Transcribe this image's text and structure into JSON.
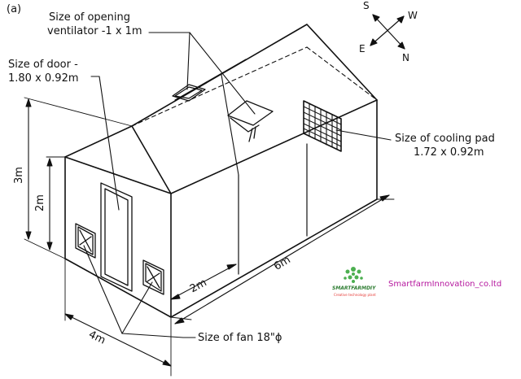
{
  "figure": {
    "panel_label": "(a)",
    "labels": {
      "opening_ventilator_line1": "Size of opening",
      "opening_ventilator_line2": "ventilator -1 x 1m",
      "door_line1": "Size of door -",
      "door_line2": "1.80 x 0.92m",
      "cooling_pad_line1": "Size of cooling pad",
      "cooling_pad_line2": "1.72 x 0.92m",
      "fan": "Size of fan 18\"ϕ"
    },
    "dimensions": {
      "total_height": "3m",
      "wall_height": "2m",
      "width": "4m",
      "bay_length": "2m",
      "total_length": "6m"
    },
    "compass": {
      "s": "S",
      "w": "W",
      "e": "E",
      "n": "N"
    }
  },
  "watermark": {
    "logo_text": "SMARTFARMDIY",
    "logo_subtext": "Creative technology plant",
    "company": "SmartfarmInnovation_co.ltd",
    "icon": "leaf-cluster-icon"
  }
}
